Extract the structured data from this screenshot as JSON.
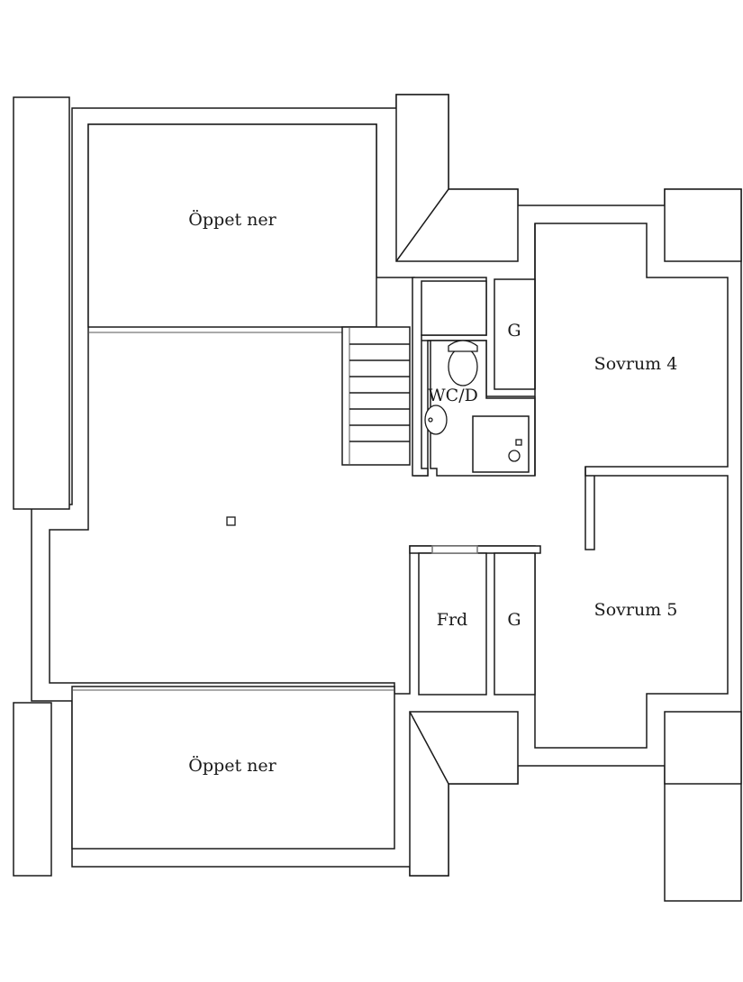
{
  "rooms": {
    "open_top": "Öppet ner",
    "open_bottom": "Öppet ner",
    "bedroom_4": "Sovrum 4",
    "bedroom_5": "Sovrum 5",
    "wc_shower": "WC/D",
    "closet_top": "G",
    "closet_bottom": "G",
    "storage": "Frd"
  },
  "colors": {
    "line": "#1a1a1a",
    "background": "#ffffff"
  }
}
